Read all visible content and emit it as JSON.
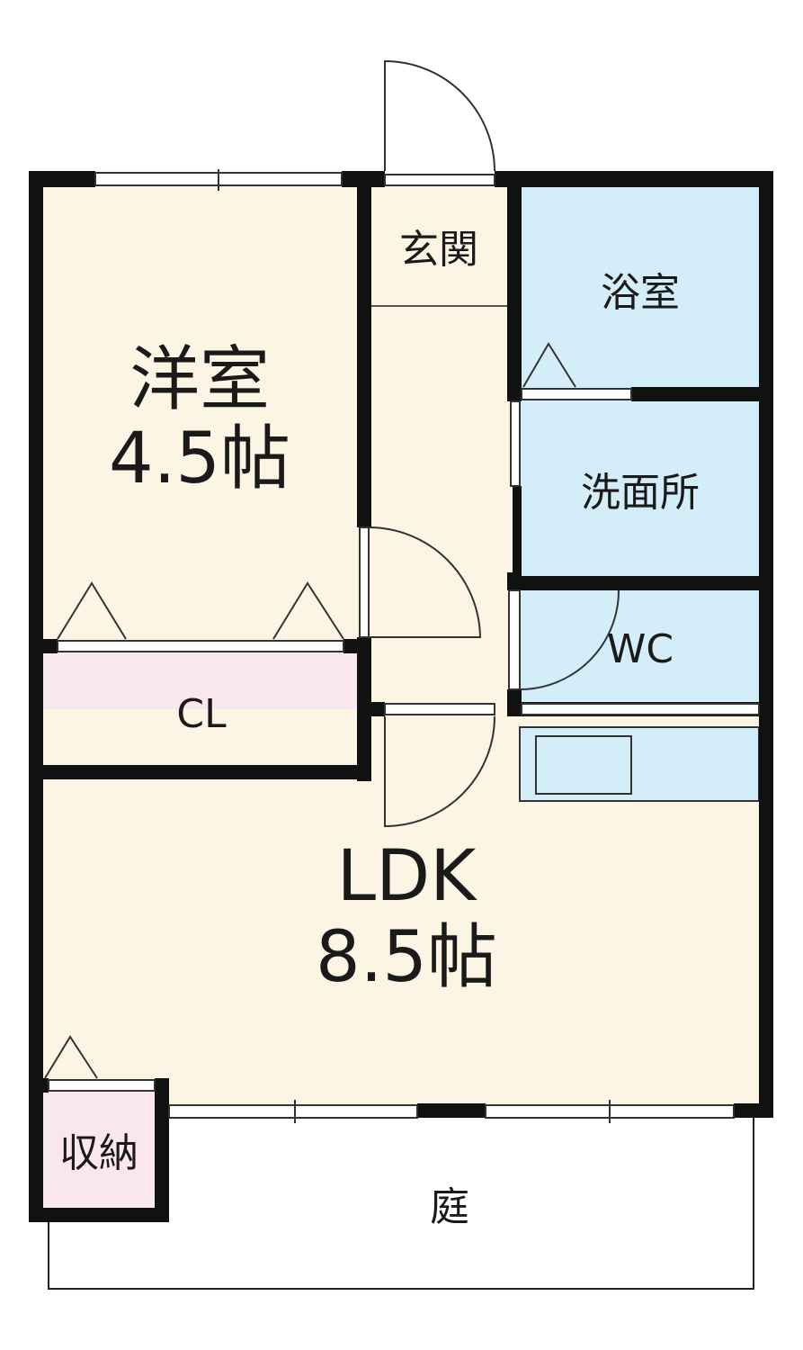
{
  "rooms": {
    "western_room": {
      "name": "洋室",
      "size": "4.5帖",
      "color": "#fdf5e4"
    },
    "entrance": {
      "name": "玄関",
      "color": "#fdf5e4"
    },
    "bathroom": {
      "name": "浴室",
      "color": "#d3eef9"
    },
    "washroom": {
      "name": "洗面所",
      "color": "#d3eef9"
    },
    "toilet": {
      "name": "WC",
      "color": "#d3eef9"
    },
    "closet": {
      "name": "CL",
      "color": "#fae6ee"
    },
    "ldk": {
      "name": "LDK",
      "size": "8.5帖",
      "color": "#fdf5e4"
    },
    "storage": {
      "name": "収納",
      "color": "#fae6ee"
    },
    "garden": {
      "name": "庭",
      "color": "#ffffff"
    }
  },
  "colors": {
    "wall": "#111111",
    "line": "#222222"
  }
}
